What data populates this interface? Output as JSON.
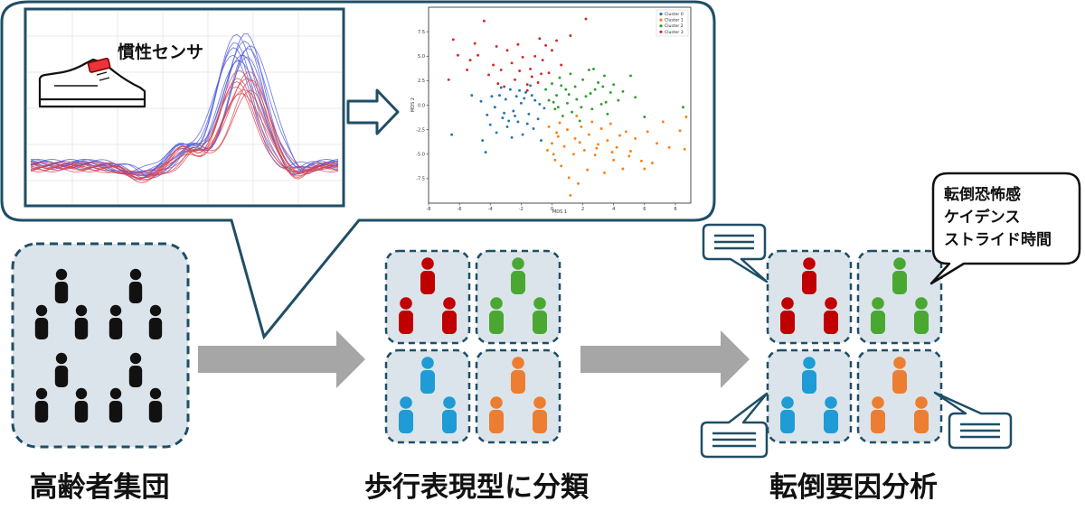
{
  "labels": {
    "sensor": "慣性センサ",
    "group": "高齢者集団",
    "classify": "歩行表現型に分類",
    "analysis": "転倒要因分析",
    "factors": [
      "転倒恐怖感",
      "ケイデンス",
      "ストライド時間"
    ]
  },
  "colors": {
    "frame": "#1f4e66",
    "panel_bg": "#dbe4ea",
    "arrow_gray": "#a6a6a6",
    "sensor_red": "#e8343a",
    "red": "#c00000",
    "green": "#4aa832",
    "blue": "#1f9bd6",
    "orange": "#ed7d31",
    "dark": "#111111"
  },
  "chart_data": {
    "type": "scatter",
    "xlabel": "MDS 1",
    "ylabel": "MDS 2",
    "xlim": [
      -8,
      9
    ],
    "ylim": [
      -10,
      10
    ],
    "xticks": [
      -8,
      -6,
      -4,
      -2,
      0,
      2,
      4,
      6,
      8
    ],
    "yticks": [
      -7.5,
      -5.0,
      -2.5,
      0.0,
      2.5,
      5.0,
      7.5
    ],
    "legend_position": "top-right",
    "grid": false,
    "series": [
      {
        "name": "Cluster 0",
        "color": "#1f77b4",
        "points": [
          [
            -4.6,
            0.4
          ],
          [
            -4.2,
            -1.0
          ],
          [
            -4.0,
            -2.0
          ],
          [
            -3.7,
            -0.2
          ],
          [
            -3.4,
            1.0
          ],
          [
            -3.2,
            -1.3
          ],
          [
            -3.0,
            0.6
          ],
          [
            -2.9,
            -2.2
          ],
          [
            -2.7,
            1.6
          ],
          [
            -2.5,
            -0.6
          ],
          [
            -2.3,
            0.9
          ],
          [
            -2.2,
            -1.7
          ],
          [
            -2.0,
            0.2
          ],
          [
            -1.9,
            -3.0
          ],
          [
            -1.7,
            1.3
          ],
          [
            -1.5,
            -0.9
          ],
          [
            -1.4,
            2.0
          ],
          [
            -1.2,
            -2.4
          ],
          [
            -1.1,
            0.5
          ],
          [
            -0.9,
            -1.4
          ],
          [
            -0.7,
            -3.6
          ],
          [
            -0.5,
            -0.3
          ],
          [
            -2.6,
            -3.3
          ],
          [
            -3.6,
            -2.8
          ],
          [
            -4.3,
            -4.8
          ],
          [
            -6.5,
            -3.0
          ],
          [
            -1.8,
            0.7
          ],
          [
            -1.3,
            1.0
          ],
          [
            -2.1,
            1.5
          ],
          [
            -3.1,
            -0.8
          ],
          [
            -3.9,
            0.9
          ],
          [
            -2.4,
            -1.1
          ],
          [
            -1.6,
            -1.9
          ],
          [
            -4.5,
            -3.6
          ],
          [
            -5.2,
            1.0
          ],
          [
            -0.8,
            0.1
          ],
          [
            -3.3,
            1.8
          ],
          [
            -2.8,
            -1.6
          ]
        ]
      },
      {
        "name": "Cluster 1",
        "color": "#ff7f0e",
        "points": [
          [
            -0.3,
            -4.6
          ],
          [
            0.0,
            -3.9
          ],
          [
            0.2,
            -5.6
          ],
          [
            0.4,
            -3.2
          ],
          [
            0.6,
            -6.2
          ],
          [
            0.8,
            -4.2
          ],
          [
            1.0,
            -2.5
          ],
          [
            1.1,
            -7.4
          ],
          [
            1.2,
            -9.2
          ],
          [
            1.4,
            -5.0
          ],
          [
            1.5,
            -3.4
          ],
          [
            1.7,
            -8.0
          ],
          [
            1.9,
            -2.2
          ],
          [
            2.1,
            -4.6
          ],
          [
            2.3,
            -6.6
          ],
          [
            2.4,
            -3.0
          ],
          [
            2.6,
            -1.7
          ],
          [
            2.8,
            -5.1
          ],
          [
            3.0,
            -4.0
          ],
          [
            3.2,
            -2.4
          ],
          [
            3.4,
            -6.9
          ],
          [
            3.6,
            -3.6
          ],
          [
            3.8,
            -1.9
          ],
          [
            4.0,
            -5.6
          ],
          [
            4.2,
            -4.3
          ],
          [
            4.4,
            -3.1
          ],
          [
            4.6,
            -6.5
          ],
          [
            4.8,
            -2.7
          ],
          [
            5.1,
            -4.7
          ],
          [
            5.4,
            -3.4
          ],
          [
            5.8,
            -5.7
          ],
          [
            6.2,
            -2.7
          ],
          [
            6.5,
            -5.9
          ],
          [
            6.8,
            -3.9
          ],
          [
            7.2,
            -1.7
          ],
          [
            7.6,
            -4.3
          ],
          [
            8.3,
            -2.6
          ],
          [
            8.6,
            -4.5
          ],
          [
            8.7,
            -1.2
          ],
          [
            0.5,
            -1.8
          ],
          [
            -0.2,
            -2.2
          ],
          [
            0.3,
            -2.8
          ],
          [
            1.6,
            -1.1
          ],
          [
            2.9,
            -4.4
          ],
          [
            5.0,
            -5.2
          ],
          [
            6.0,
            -6.5
          ],
          [
            0.1,
            -5.0
          ],
          [
            1.8,
            -3.8
          ],
          [
            3.9,
            -4.8
          ]
        ]
      },
      {
        "name": "Cluster 2",
        "color": "#2ca02c",
        "points": [
          [
            -0.4,
            1.6
          ],
          [
            -0.2,
            0.5
          ],
          [
            0.0,
            2.2
          ],
          [
            0.2,
            -0.4
          ],
          [
            0.3,
            1.0
          ],
          [
            0.5,
            2.8
          ],
          [
            0.7,
            -1.1
          ],
          [
            0.9,
            1.6
          ],
          [
            1.0,
            0.2
          ],
          [
            1.2,
            3.2
          ],
          [
            1.3,
            -0.7
          ],
          [
            1.5,
            1.9
          ],
          [
            1.6,
            0.6
          ],
          [
            1.8,
            -1.6
          ],
          [
            2.0,
            2.6
          ],
          [
            2.2,
            0.9
          ],
          [
            2.4,
            3.6
          ],
          [
            2.6,
            -0.4
          ],
          [
            2.8,
            1.6
          ],
          [
            3.0,
            2.3
          ],
          [
            3.2,
            0.1
          ],
          [
            3.4,
            3.0
          ],
          [
            3.6,
            -0.9
          ],
          [
            3.8,
            1.3
          ],
          [
            4.0,
            2.1
          ],
          [
            4.3,
            0.5
          ],
          [
            4.6,
            1.4
          ],
          [
            5.1,
            3.0
          ],
          [
            5.4,
            0.8
          ],
          [
            6.0,
            -1.2
          ],
          [
            8.5,
            -0.2
          ],
          [
            0.1,
            0.3
          ],
          [
            0.6,
            2.0
          ],
          [
            1.9,
            -0.2
          ],
          [
            2.5,
            1.2
          ],
          [
            3.3,
            1.9
          ],
          [
            0.4,
            -0.2
          ],
          [
            1.1,
            1.1
          ],
          [
            2.7,
            3.7
          ],
          [
            3.5,
            0.3
          ]
        ]
      },
      {
        "name": "Cluster 3",
        "color": "#d62728",
        "points": [
          [
            -6.4,
            6.7
          ],
          [
            -6.1,
            5.1
          ],
          [
            -5.5,
            3.6
          ],
          [
            -5.0,
            6.3
          ],
          [
            -4.8,
            5.1
          ],
          [
            -4.4,
            8.6
          ],
          [
            -4.1,
            3.1
          ],
          [
            -3.8,
            4.1
          ],
          [
            -3.6,
            6.0
          ],
          [
            -3.3,
            3.6
          ],
          [
            -3.1,
            1.9
          ],
          [
            -2.9,
            5.6
          ],
          [
            -2.6,
            4.3
          ],
          [
            -2.4,
            2.6
          ],
          [
            -2.1,
            3.5
          ],
          [
            -1.9,
            4.9
          ],
          [
            -1.6,
            2.1
          ],
          [
            -1.4,
            3.7
          ],
          [
            -1.1,
            5.0
          ],
          [
            -0.9,
            2.3
          ],
          [
            -0.7,
            3.2
          ],
          [
            -0.6,
            4.6
          ],
          [
            -0.4,
            6.1
          ],
          [
            -0.2,
            3.3
          ],
          [
            0.0,
            5.6
          ],
          [
            0.3,
            6.6
          ],
          [
            0.6,
            4.1
          ],
          [
            1.2,
            7.1
          ],
          [
            2.2,
            8.8
          ],
          [
            -6.7,
            2.6
          ],
          [
            -2.2,
            6.2
          ],
          [
            -1.6,
            1.5
          ],
          [
            -0.8,
            6.8
          ],
          [
            -3.5,
            2.2
          ],
          [
            -5.3,
            4.6
          ],
          [
            -1.3,
            2.9
          ]
        ]
      }
    ]
  }
}
